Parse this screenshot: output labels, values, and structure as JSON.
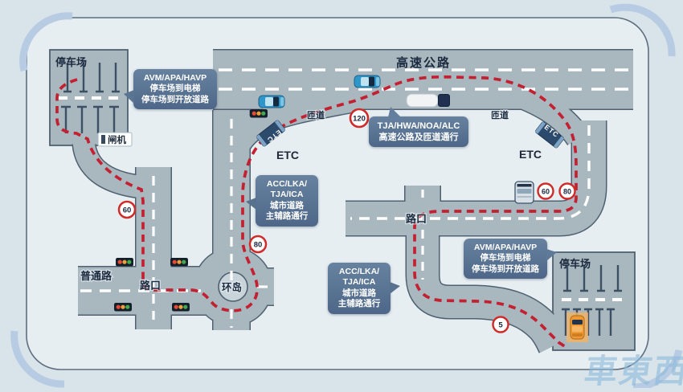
{
  "labels": {
    "highway": "高速公路",
    "ramp_left": "匝道",
    "ramp_right": "匝道",
    "etc_left": "ETC",
    "etc_right": "ETC",
    "etc_gantry_left": "ETC",
    "etc_gantry_right": "ETC",
    "parking_top_left": "停车场",
    "parking_bottom_right": "停车场",
    "gate": "闸机",
    "normal_road": "普通路",
    "intersection_left": "路口",
    "intersection_right": "路口",
    "roundabout": "环岛"
  },
  "speed_signs": [
    {
      "value": "120"
    },
    {
      "value": "60"
    },
    {
      "value": "80"
    },
    {
      "value": "60"
    },
    {
      "value": "80"
    },
    {
      "value": "5"
    }
  ],
  "callouts": [
    {
      "lines": [
        "AVM/APA/HAVP",
        "停车场到电梯",
        "停车场到开放道路"
      ]
    },
    {
      "lines": [
        "TJA/HWA/NOA/ALC",
        "高速公路及匝道通行"
      ]
    },
    {
      "lines": [
        "ACC/LKA/",
        "TJA/ICA",
        "城市道路",
        "主辅路通行"
      ]
    },
    {
      "lines": [
        "ACC/LKA/",
        "TJA/ICA",
        "城市道路",
        "主辅路通行"
      ]
    },
    {
      "lines": [
        "AVM/APA/HAVP",
        "停车场到电梯",
        "停车场到开放道路"
      ]
    }
  ],
  "watermark": "車東西",
  "colors": {
    "route_red": "#c32031",
    "road_fill": "#a9b7bf",
    "road_outline": "#4f6170",
    "callout_blue": "#5a7493",
    "panel": "#e7eef2",
    "background": "#d9e4ea",
    "corner_arc": "#b7cbe3",
    "sign_ring_red": "#cf2b28",
    "parked_car_orange": "#f09a36"
  }
}
